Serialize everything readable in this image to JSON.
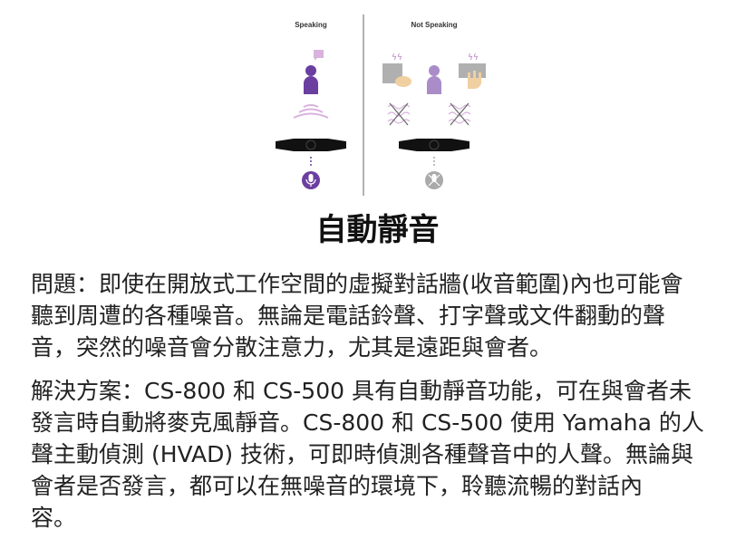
{
  "illustration": {
    "speaking_label": "Speaking",
    "not_speaking_label": "Not Speaking",
    "colors": {
      "purple": "#6b3fa0",
      "light_purple": "#d9b3dd",
      "gray": "#aaaaaa",
      "device": "#111111"
    }
  },
  "title": "自動靜音",
  "problem_lines": [
    "問題：即使在開放式工作空間的虛擬對話牆(收音範圍)內也可能會",
    "聽到周遭的各種噪音。無論是電話鈴聲、打字聲或文件翻動的聲",
    "音，突然的噪音會分散注意力，尤其是遠距與會者。"
  ],
  "solution_lines": [
    "解決方案：CS-800 和 CS-500 具有自動靜音功能，可在與會者未",
    "發言時自動將麥克風靜音。CS-800 和 CS-500 使用 Yamaha 的人",
    "聲主動偵測 (HVAD) 技術，可即時偵測各種聲音中的人聲。無論與",
    "會者是否發言，都可以在無噪音的環境下，聆聽流暢的對話內",
    "容。"
  ]
}
